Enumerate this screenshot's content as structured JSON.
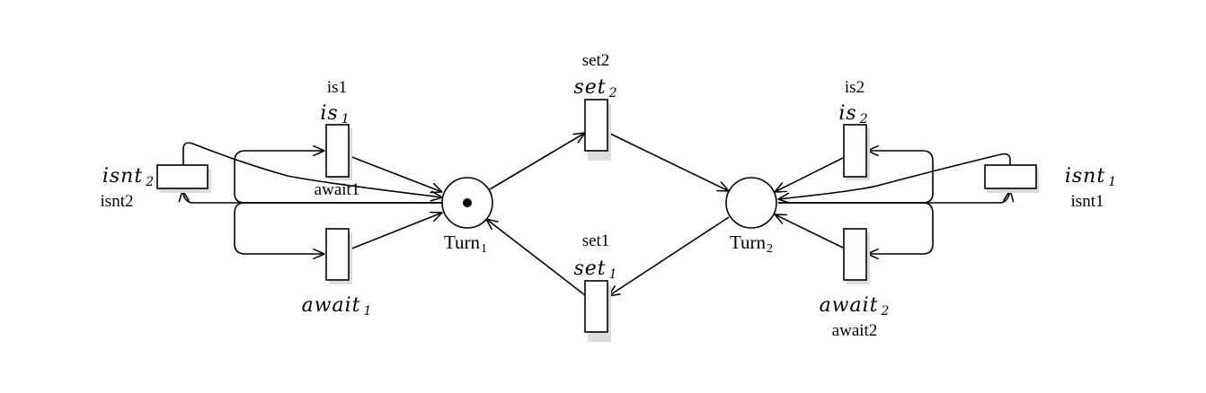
{
  "diagram": {
    "places": {
      "turn1": {
        "name": "Turn",
        "sub": "1",
        "tokens": 1
      },
      "turn2": {
        "name": "Turn",
        "sub": "2",
        "tokens": 0
      }
    },
    "transitions": {
      "is1": {
        "label": "is1",
        "math": "is",
        "sub": "1"
      },
      "await1": {
        "label": "await1",
        "math": "await",
        "sub": "1"
      },
      "isnt2": {
        "label": "isnt2",
        "math": "isnt",
        "sub": "2"
      },
      "set2": {
        "label": "set2",
        "math": "set",
        "sub": "2"
      },
      "set1": {
        "label": "set1",
        "math": "set",
        "sub": "1"
      },
      "is2": {
        "label": "is2",
        "math": "is",
        "sub": "2"
      },
      "await2": {
        "label": "await2",
        "math": "await",
        "sub": "2"
      },
      "isnt1": {
        "label": "isnt1",
        "math": "isnt",
        "sub": "1"
      }
    },
    "colors": {
      "stroke": "#000000",
      "fill": "#ffffff",
      "shadow": "#dcdcdc"
    }
  }
}
